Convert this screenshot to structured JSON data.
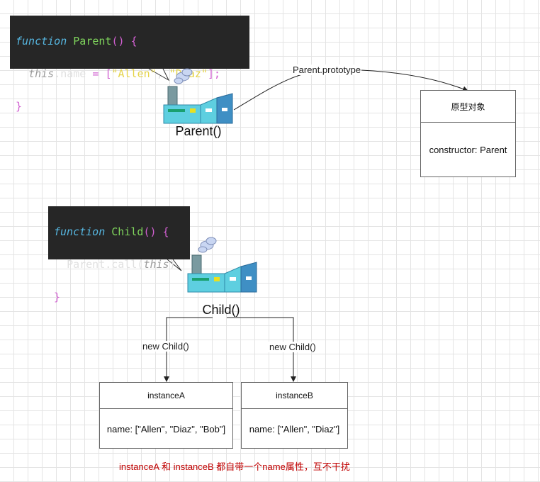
{
  "parent_code": {
    "line1": {
      "kw": "function",
      "name": "Parent",
      "parens": "()",
      "brace": "{"
    },
    "line2": {
      "this": "this",
      "prop": ".name",
      "eq": " = ",
      "open": "[",
      "s1": "\"Allen\"",
      "comma": ", ",
      "s2": "\"Diaz\"",
      "close": "];"
    },
    "line3": "}"
  },
  "child_code": {
    "line1": {
      "kw": "function",
      "name": "Child",
      "parens": "()",
      "brace": "{"
    },
    "line2": {
      "obj": "Parent",
      "method": ".call",
      "open": "(",
      "this": "this",
      "close": ")"
    },
    "line3": "}"
  },
  "parent_label": "Parent()",
  "child_label": "Child()",
  "prototype_link_label": "Parent.prototype",
  "prototype_box": {
    "title": "原型对象",
    "body": "constructor: Parent"
  },
  "new_child_left": "new Child()",
  "new_child_right": "new Child()",
  "instanceA": {
    "title": "instanceA",
    "body": "name: [\"Allen\", \"Diaz\", \"Bob\"]"
  },
  "instanceB": {
    "title": "instanceB",
    "body": "name: [\"Allen\", \"Diaz\"]"
  },
  "note": "instanceA 和 instanceB 都自带一个name属性，互不干扰",
  "colors": {
    "note": "#c00000",
    "factory_body": "#5ecfe0",
    "factory_dark": "#3f8fc4",
    "chimney": "#7a9aa0",
    "smoke": "#c9d6f2"
  }
}
